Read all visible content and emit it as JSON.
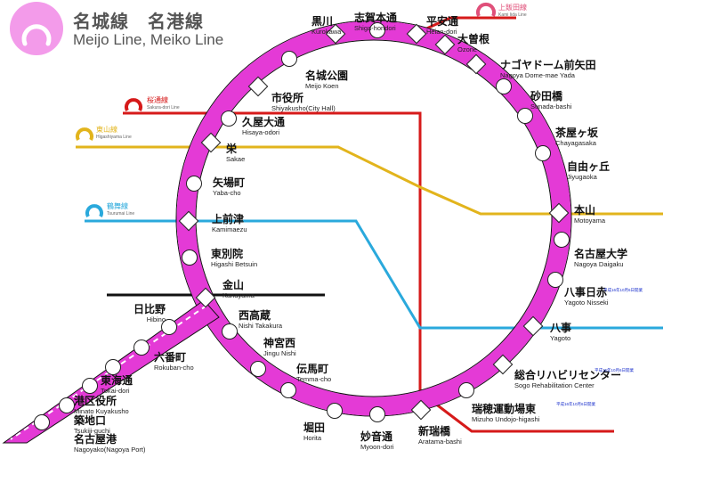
{
  "title": {
    "jp": "名城線　名港線",
    "en": "Meijo Line, Meiko Line"
  },
  "colors": {
    "meijo": "#e43ad6",
    "meijo_dark": "#a0a0a0",
    "higashiyama": "#e2b41c",
    "tsurumai": "#2aa9dc",
    "sakuradori": "#d61a1a",
    "kamiiida": "#e0507a",
    "meijo_logo": "#f39bea"
  },
  "connecting_lines": [
    {
      "id": "kamiiida",
      "jp": "上飯田線",
      "en": "Kami Iida Line"
    },
    {
      "id": "sakuradori",
      "jp": "桜通線",
      "en": "Sakura-dori Line"
    },
    {
      "id": "higashiyama",
      "jp": "東山線",
      "en": "Higashiyama Line"
    },
    {
      "id": "tsurumai",
      "jp": "鶴舞線",
      "en": "Tsurumai Line"
    }
  ],
  "stations": [
    {
      "jp": "黒川",
      "en": "Kurokawa"
    },
    {
      "jp": "志賀本通",
      "en": "Shiga-hondori"
    },
    {
      "jp": "平安通",
      "en": "Heian-dori"
    },
    {
      "jp": "大曽根",
      "en": "Ozone"
    },
    {
      "jp": "ナゴヤドーム前矢田",
      "en": "Nagoya Dome-mae Yada"
    },
    {
      "jp": "砂田橋",
      "en": "Sunada-bashi"
    },
    {
      "jp": "茶屋ヶ坂",
      "en": "Chayagasaka"
    },
    {
      "jp": "自由ヶ丘",
      "en": "Jiyugaoka"
    },
    {
      "jp": "本山",
      "en": "Motoyama"
    },
    {
      "jp": "名古屋大学",
      "en": "Nagoya Daigaku"
    },
    {
      "jp": "八事日赤",
      "en": "Yagoto Nisseki"
    },
    {
      "jp": "八事",
      "en": "Yagoto"
    },
    {
      "jp": "総合リハビリセンター",
      "en": "Sogo Rehabilitation Center"
    },
    {
      "jp": "瑞穂運動場東",
      "en": "Mizuho Undojo-higashi"
    },
    {
      "jp": "新瑞橋",
      "en": "Aratama-bashi"
    },
    {
      "jp": "妙音通",
      "en": "Myoon-dori"
    },
    {
      "jp": "堀田",
      "en": "Horita"
    },
    {
      "jp": "伝馬町",
      "en": "Temma-cho"
    },
    {
      "jp": "神宮西",
      "en": "Jingu Nishi"
    },
    {
      "jp": "西高蔵",
      "en": "Nishi Takakura"
    },
    {
      "jp": "金山",
      "en": "Kanayama"
    },
    {
      "jp": "東別院",
      "en": "Higashi Betsuin"
    },
    {
      "jp": "上前津",
      "en": "Kamimaezu"
    },
    {
      "jp": "矢場町",
      "en": "Yaba-cho"
    },
    {
      "jp": "栄",
      "en": "Sakae"
    },
    {
      "jp": "久屋大通",
      "en": "Hisaya-odori"
    },
    {
      "jp": "市役所",
      "en": "Shiyakusho(City Hall)"
    },
    {
      "jp": "名城公園",
      "en": "Meijo Koen"
    }
  ],
  "meiko_stations": [
    {
      "jp": "日比野",
      "en": "Hibino"
    },
    {
      "jp": "六番町",
      "en": "Rokuban-cho"
    },
    {
      "jp": "東海通",
      "en": "Tokai-dori"
    },
    {
      "jp": "港区役所",
      "en": "Minato Kuyakusho"
    },
    {
      "jp": "築地口",
      "en": "Tsukiji-guchi"
    },
    {
      "jp": "名古屋港",
      "en": "Nagoyako(Nagoya Port)"
    }
  ],
  "notes": {
    "yagoto_nisseki": "平成16年10月6日開業",
    "sogo_rehab": "平成16年10月6日開業",
    "mizuho": "平成16年10月6日開業"
  }
}
